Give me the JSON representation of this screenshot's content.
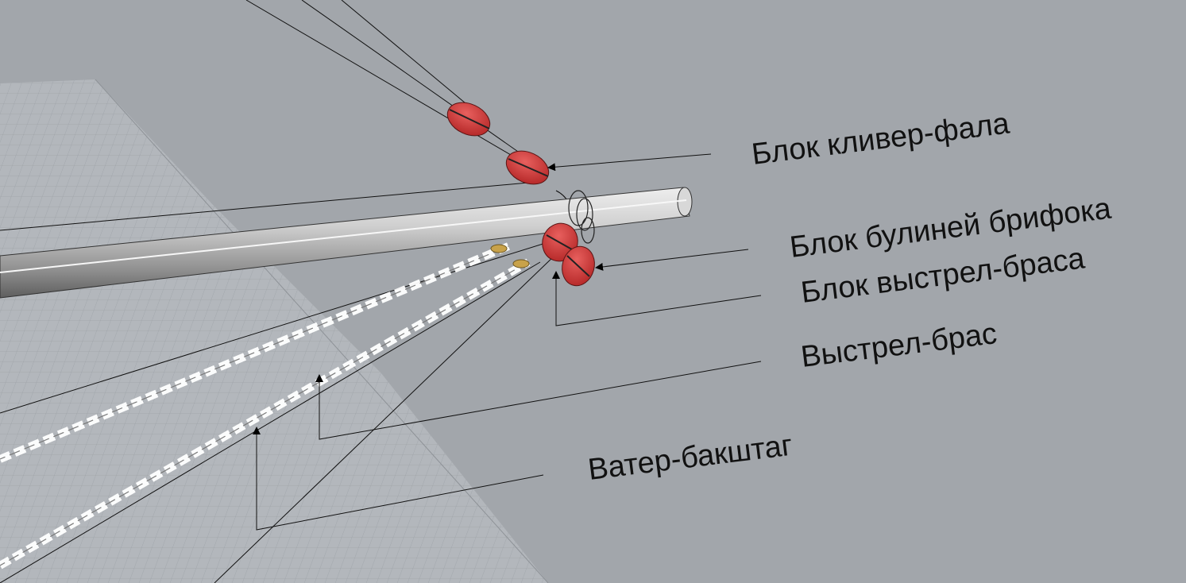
{
  "labels": {
    "jib_halyard_block": "Блок кливер-фала",
    "bowline_block": "Блок булиней брифока",
    "boom_brace_block": "Блок выстрел-браса",
    "boom_brace": "Выстрел-брас",
    "water_backstay": "Ватер-бакштаг"
  },
  "colors": {
    "background": "#a2a6ab",
    "grid_plane": "#b4b8bd",
    "block_red": "#cf3a3a",
    "chain": "#f4f4f4",
    "boom": "#c9c9c9"
  }
}
